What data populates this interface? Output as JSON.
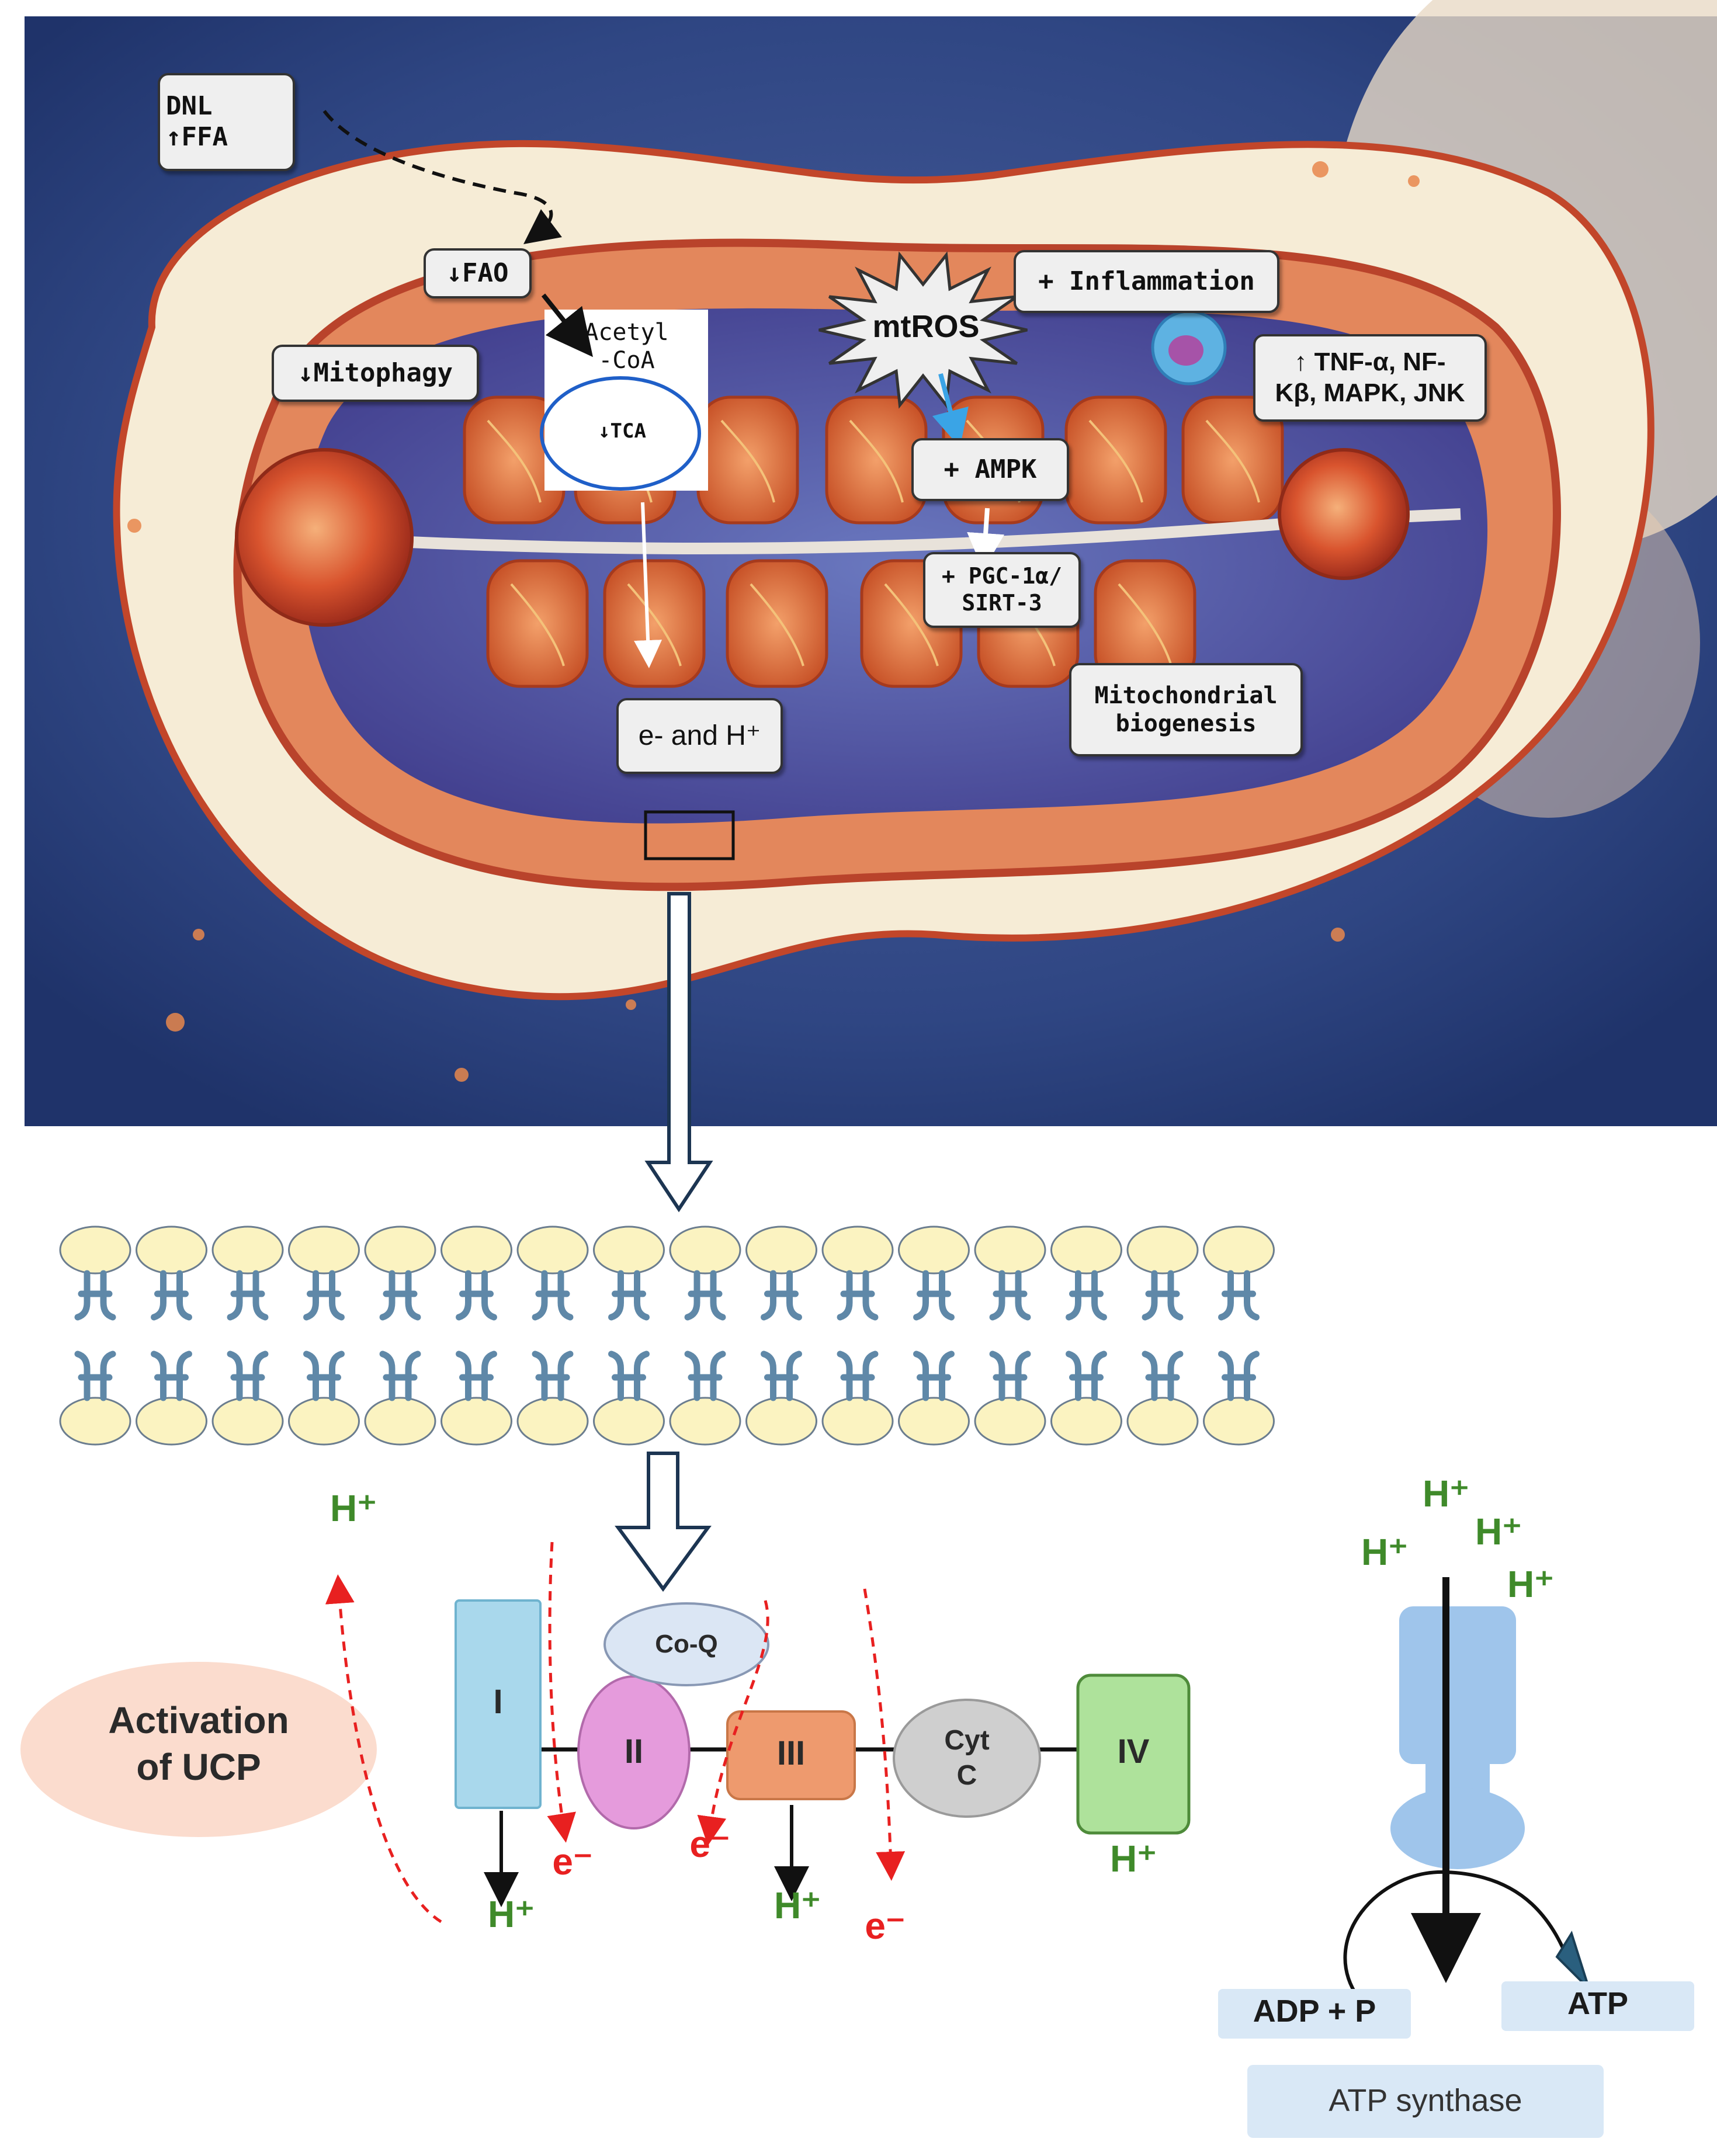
{
  "cell": {
    "dnl_ffa": "DNL\n↑FFA",
    "fao": "↓FAO",
    "mitophagy": "↓Mitophagy",
    "acetyl_coa": "Acetyl\n-CoA",
    "tca": "↓TCA",
    "mtros": "mtROS",
    "inflammation": "+ Inflammation",
    "tnf": "↑ TNF-α, NF-\nKβ, MAPK, JNK",
    "ampk": "+ AMPK",
    "pgc": "+ PGC-1α/\nSIRT-3",
    "biogenesis": "Mitochondrial\nbiogenesis",
    "electrons": "e- and H⁺"
  },
  "etc": {
    "ucp": "Activation\nof UCP",
    "complex_1": "I",
    "complex_2": "II",
    "complex_3": "III",
    "complex_4": "IV",
    "coq": "Co-Q",
    "cytc": "Cyt\nC",
    "h_plus": "H⁺",
    "e_minus": "e⁻"
  },
  "synthase": {
    "adp": "ADP + P",
    "atp": "ATP",
    "name": "ATP synthase"
  },
  "colors": {
    "background_blue": "#2a3f77",
    "cytoplasm": "#f6ecd6",
    "membrane": "#d0603a",
    "matrix": "#4b4f9a",
    "cristae": "#d86a35",
    "complex_1": "#a9d8ec",
    "complex_2": "#e59bdc",
    "complex_3": "#ee9a6e",
    "complex_4": "#aee29b",
    "coq": "#dbe6f4",
    "cytc": "#cfcfcf",
    "synthase": "#9fc5eb",
    "ucp": "#fbdcce",
    "h_plus": "#3f8a2a",
    "e_minus": "#e82020",
    "lipid_head": "#fbf3c1",
    "lipid_tail": "#5f88a8"
  }
}
